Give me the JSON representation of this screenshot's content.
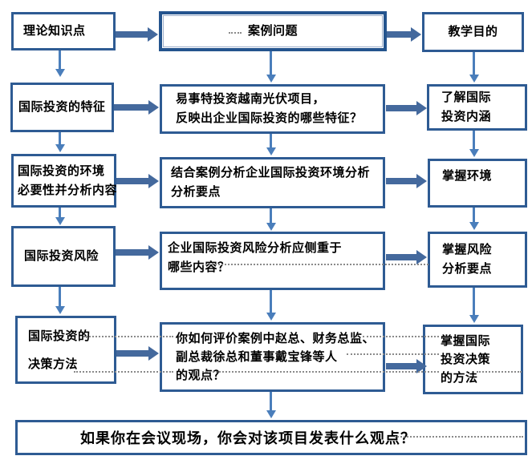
{
  "diagram": {
    "columns": {
      "left": [
        {
          "lines": [
            "理论知识点"
          ]
        },
        {
          "lines": [
            "国际投资的特征"
          ]
        },
        {
          "lines": [
            "国际投资的环境",
            "必要性并分析内容"
          ]
        },
        {
          "lines": [
            "国际投资风险"
          ]
        },
        {
          "lines": [
            "国际投资的",
            "决策方法"
          ]
        }
      ],
      "center": [
        {
          "lines": [
            "案例问题"
          ]
        },
        {
          "lines": [
            "易事特投资越南光伏项目，",
            "反映出企业国际投资的哪些特征？"
          ]
        },
        {
          "lines": [
            "结合案例分析企业国际投资环境分析",
            "分析要点"
          ]
        },
        {
          "lines": [
            "企业国际投资风险分析应侧重于",
            "哪些内容？"
          ]
        },
        {
          "lines": [
            "你如何评价案例中赵总、财务总监、",
            "副总裁徐总和董事戴宝锋等人",
            "的观点？"
          ]
        }
      ],
      "right": [
        {
          "lines": [
            "教学目的"
          ]
        },
        {
          "lines": [
            "了解国际",
            "投资内涵"
          ]
        },
        {
          "lines": [
            "掌握环境"
          ]
        },
        {
          "lines": [
            "掌握风险",
            "分析要点"
          ]
        },
        {
          "lines": [
            "掌握国际",
            "投资决策",
            "的方法"
          ]
        }
      ]
    },
    "banner": {
      "text": "如果你在会议现场，你会对该项目发表什么观点？"
    },
    "colors": {
      "box_border": "#2e5b93",
      "outer_border": "#24548e",
      "inner_line": "#9fb0cc",
      "block_arrow": "#44699d",
      "thin_arrow": "#4a7ebb",
      "leader_dots": "#8a8a8a",
      "text": "#000000"
    }
  }
}
